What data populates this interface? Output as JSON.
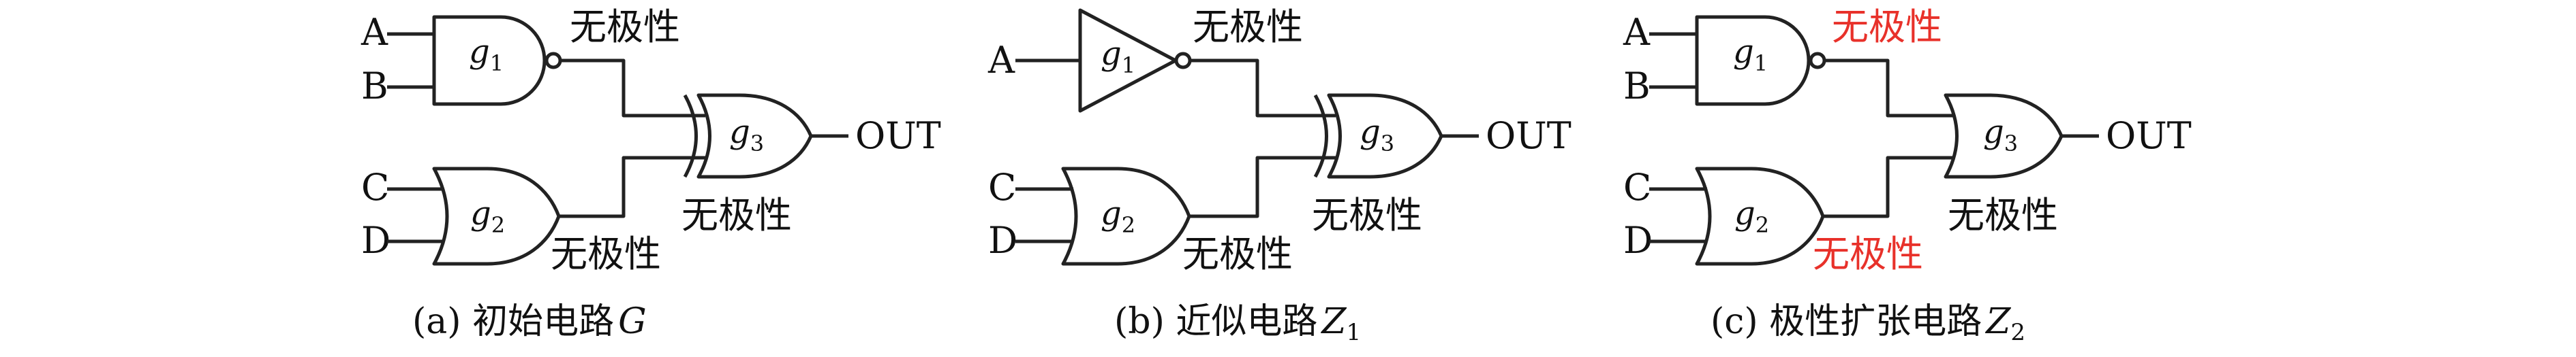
{
  "colors": {
    "ink": "#222222",
    "highlight": "#e8312a"
  },
  "panels": [
    {
      "inputs": [
        "A",
        "B",
        "C",
        "D"
      ],
      "gates": {
        "g1": {
          "name": "g",
          "sub": "1"
        },
        "g2": {
          "name": "g",
          "sub": "2"
        },
        "g3": {
          "name": "g",
          "sub": "3"
        }
      },
      "output": "OUT",
      "annotations": {
        "g1_out": "无极性",
        "g2_out": "无极性",
        "g3_in": "无极性"
      },
      "caption": {
        "prefix": "(a) 初始电路",
        "var": "G",
        "sub": ""
      }
    },
    {
      "inputs": [
        "A",
        "C",
        "D"
      ],
      "gates": {
        "g1": {
          "name": "g",
          "sub": "1"
        },
        "g2": {
          "name": "g",
          "sub": "2"
        },
        "g3": {
          "name": "g",
          "sub": "3"
        }
      },
      "output": "OUT",
      "annotations": {
        "g1_out": "无极性",
        "g2_out": "无极性",
        "g3_in": "无极性"
      },
      "caption": {
        "prefix": "(b) 近似电路",
        "var": "Z",
        "sub": "1"
      }
    },
    {
      "inputs": [
        "A",
        "B",
        "C",
        "D"
      ],
      "gates": {
        "g1": {
          "name": "g",
          "sub": "1"
        },
        "g2": {
          "name": "g",
          "sub": "2"
        },
        "g3": {
          "name": "g",
          "sub": "3"
        }
      },
      "output": "OUT",
      "annotations": {
        "g1_out": "无极性",
        "g2_out": "无极性",
        "g3_in": "无极性"
      },
      "caption": {
        "prefix": "(c) 极性扩张电路",
        "var": "Z",
        "sub": "2"
      }
    }
  ]
}
